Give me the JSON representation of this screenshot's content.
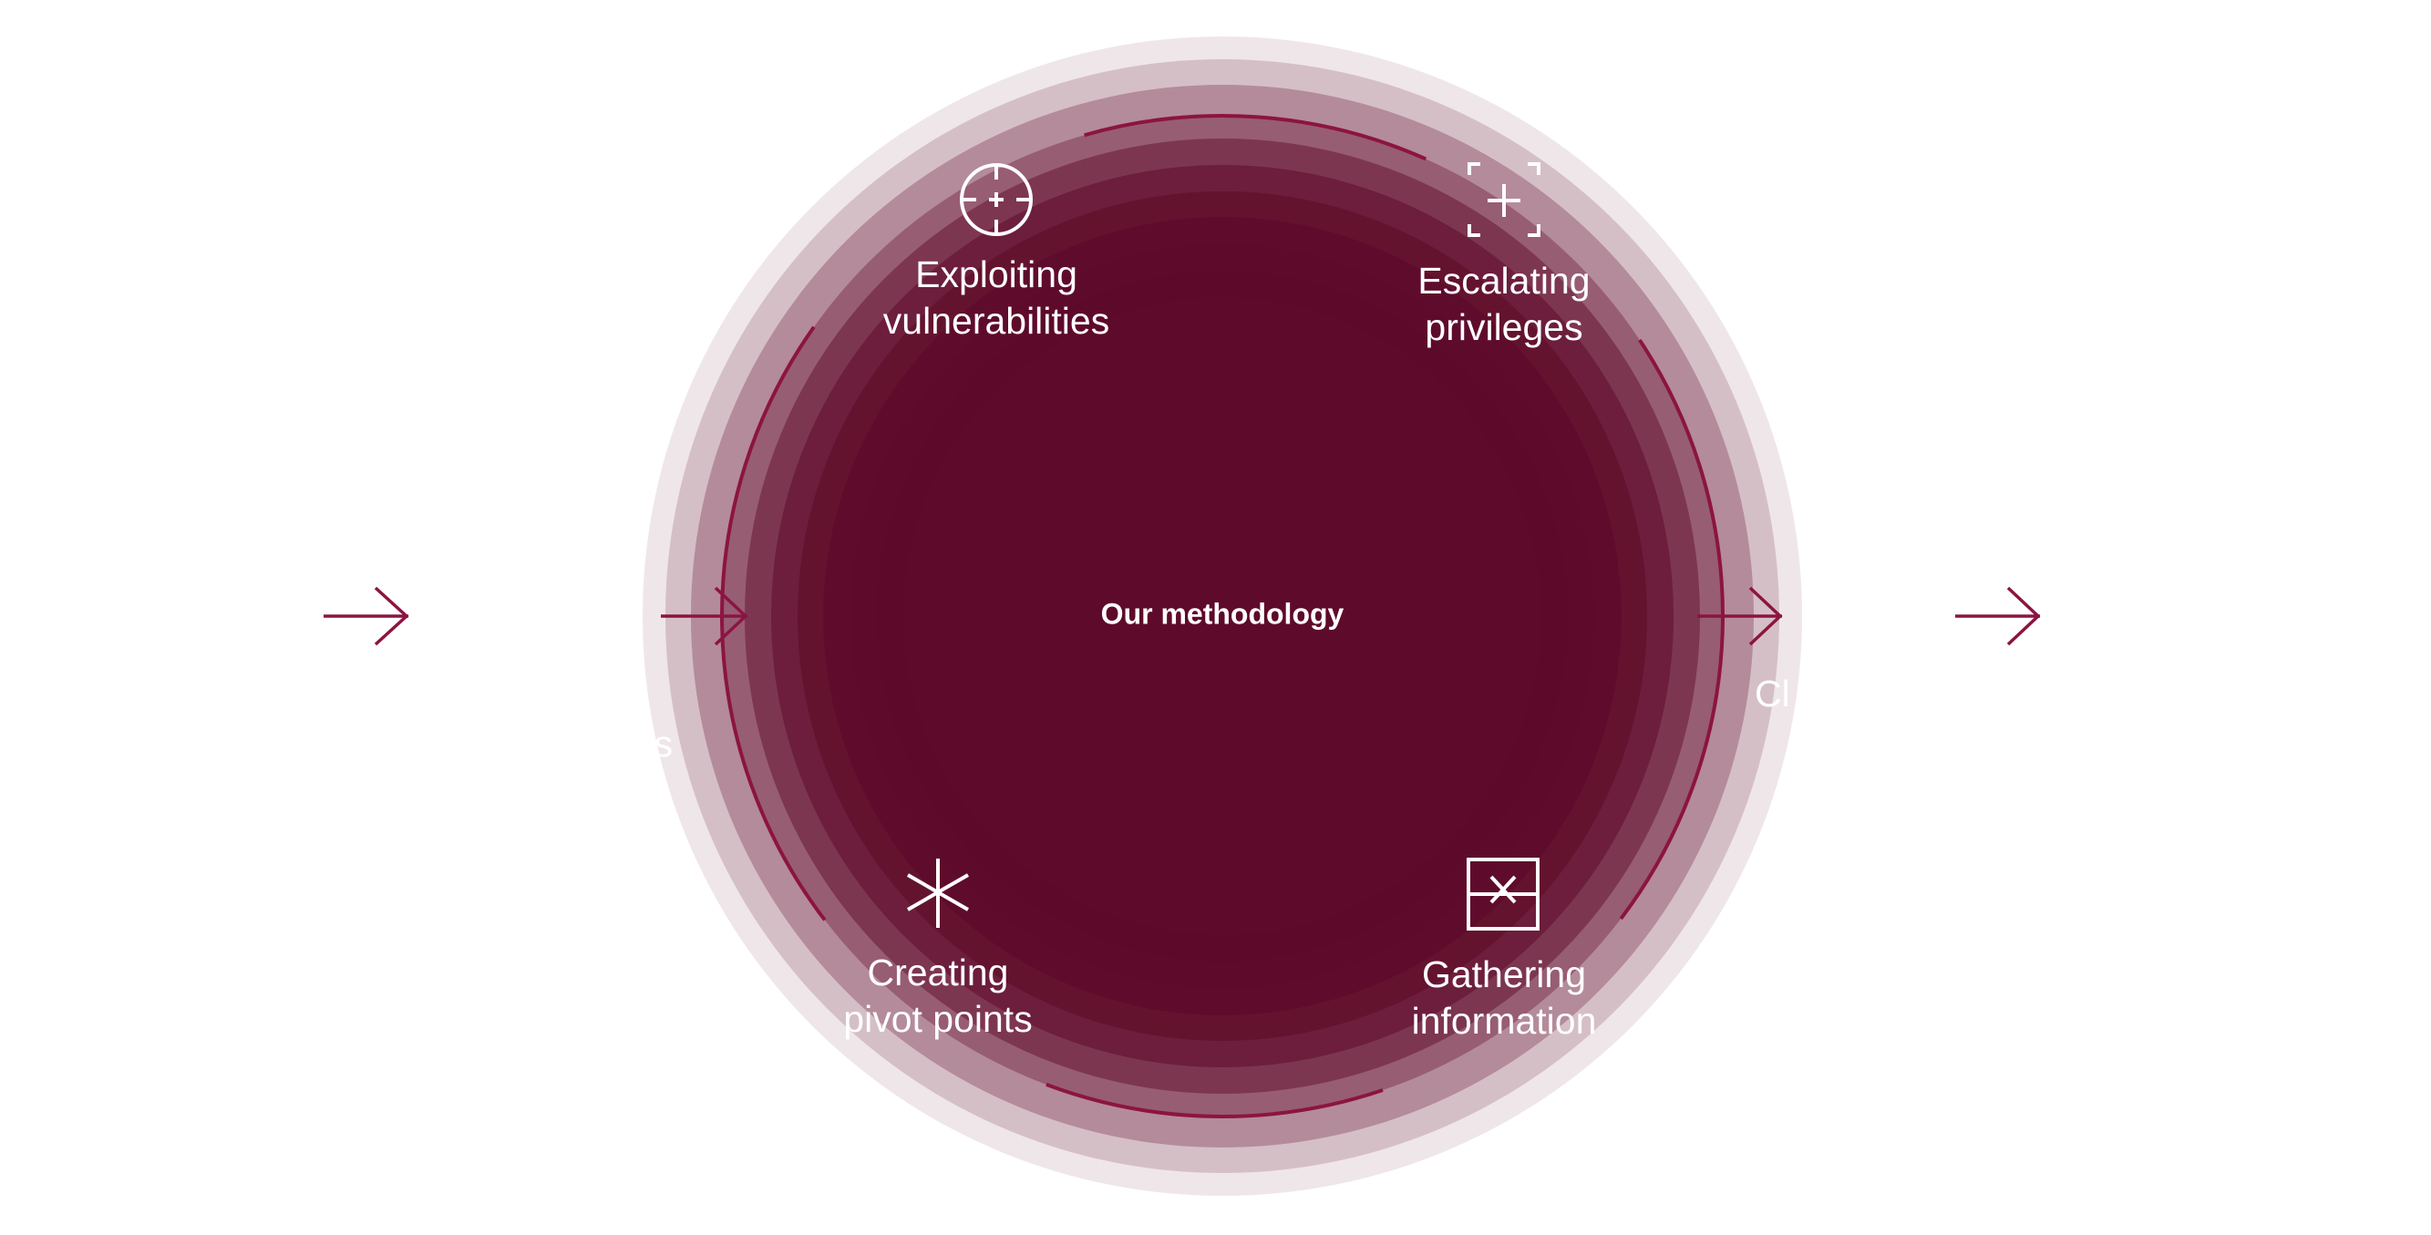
{
  "title": "Our methodology",
  "colors": {
    "accent": "#8c1440",
    "core": "#5e0a2a",
    "rings": [
      "#efe6ea",
      "#d5bfc6",
      "#b48b9a",
      "#975d73",
      "#7d3650",
      "#6c1e3c",
      "#64132f",
      "#5f0c2c",
      "#5e0b2b",
      "#5d0a2a"
    ]
  },
  "steps": [
    {
      "icon": "crosshair-icon",
      "lines": [
        "Exploiting",
        "vulnerabilities"
      ]
    },
    {
      "icon": "expand-plus-icon",
      "lines": [
        "Escalating",
        "privileges"
      ]
    },
    {
      "icon": "asterisk-icon",
      "lines": [
        "Creating",
        "pivot points"
      ]
    },
    {
      "icon": "box-x-icon",
      "lines": [
        "Gathering",
        "information"
      ]
    }
  ],
  "hidden_labels": {
    "left_fragment": "s",
    "right_fragment": "Cl"
  }
}
